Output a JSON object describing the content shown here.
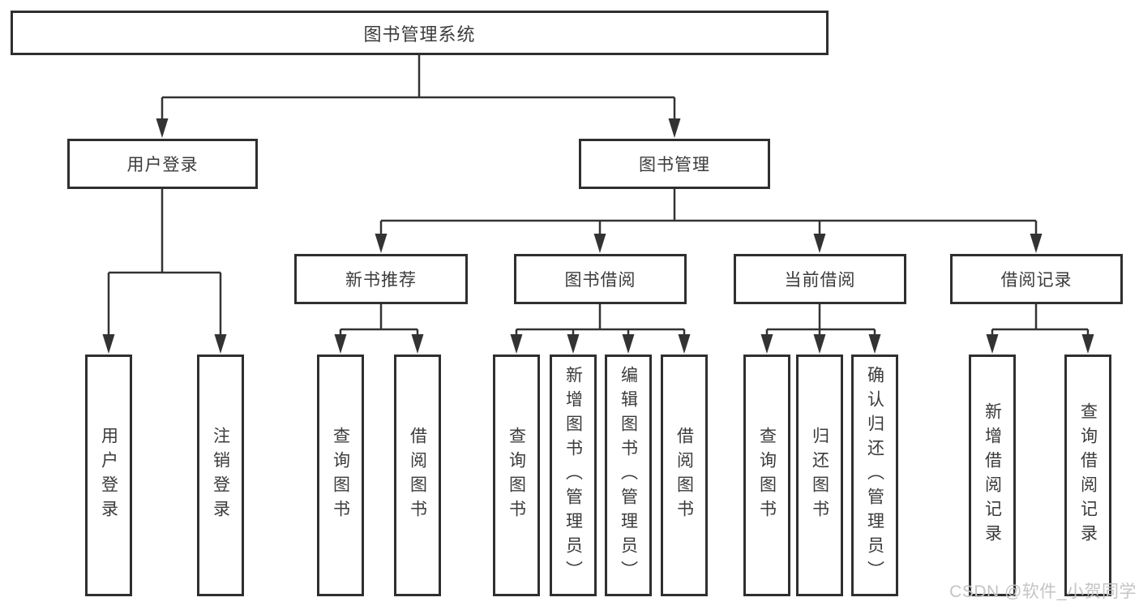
{
  "diagram": {
    "type": "hierarchy-tree",
    "title": "图书管理系统",
    "nodes": {
      "root": {
        "label": "图书管理系统"
      },
      "user_login": {
        "label": "用户登录"
      },
      "book_mgmt": {
        "label": "图书管理"
      },
      "new_book_rec": {
        "label": "新书推荐"
      },
      "book_borrow": {
        "label": "图书借阅"
      },
      "current_borrow": {
        "label": "当前借阅"
      },
      "borrow_record": {
        "label": "借阅记录"
      },
      "login": {
        "label": "用户登录"
      },
      "logout": {
        "label": "注销登录"
      },
      "nr_query_books": {
        "label": "查询图书"
      },
      "nr_borrow_books": {
        "label": "借阅图书"
      },
      "bb_query_books": {
        "label": "查询图书"
      },
      "bb_add_books": {
        "label": "新增图书（管理员）"
      },
      "bb_edit_books": {
        "label": "编辑图书（管理员）"
      },
      "bb_borrow_books": {
        "label": "借阅图书"
      },
      "cb_query_books": {
        "label": "查询图书"
      },
      "cb_return_books": {
        "label": "归还图书"
      },
      "cb_confirm_return": {
        "label": "确认归还（管理员）"
      },
      "br_add_record": {
        "label": "新增借阅记录"
      },
      "br_query_record": {
        "label": "查询借阅记录"
      }
    },
    "tree": {
      "root": [
        "user_login",
        "book_mgmt"
      ],
      "user_login": [
        "login",
        "logout"
      ],
      "book_mgmt": [
        "new_book_rec",
        "book_borrow",
        "current_borrow",
        "borrow_record"
      ],
      "new_book_rec": [
        "nr_query_books",
        "nr_borrow_books"
      ],
      "book_borrow": [
        "bb_query_books",
        "bb_add_books",
        "bb_edit_books",
        "bb_borrow_books"
      ],
      "current_borrow": [
        "cb_query_books",
        "cb_return_books",
        "cb_confirm_return"
      ],
      "borrow_record": [
        "br_add_record",
        "br_query_record"
      ]
    },
    "colors": {
      "line": "#333333",
      "box_border": "#2f2f2f",
      "box_fill": "#ffffff",
      "text": "#3b3b3b",
      "watermark": "#c4c4c4",
      "background": "#ffffff"
    },
    "watermark": "CSDN @软件_小贺同学"
  }
}
